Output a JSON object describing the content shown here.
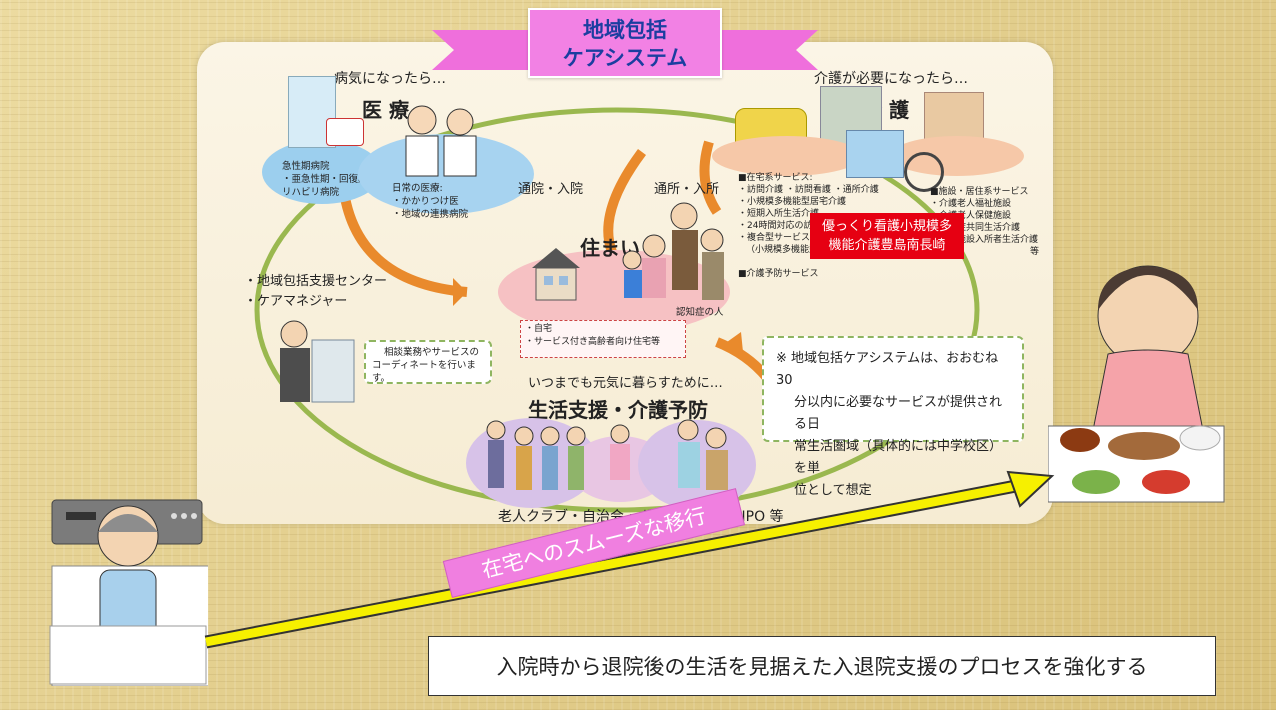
{
  "banner": {
    "line1": "地域包括",
    "line2": "ケアシステム"
  },
  "medical": {
    "trigger": "病気になったら…",
    "title": "医 療",
    "hospitals": [
      "急性期病院",
      "・亜急性期・回復期",
      "リハビリ病院"
    ],
    "daily": [
      "日常の医療:",
      "・かかりつけ医",
      "・地域の連携病院"
    ]
  },
  "flows": {
    "left": "通院・入院",
    "right": "通所・入所"
  },
  "care": {
    "trigger": "介護が必要になったら…",
    "title": "介 護",
    "home_services": [
      "■在宅系サービス:",
      "・訪問介護 ・訪問看護 ・通所介護",
      "・小規模多機能型居宅介護",
      "・短期入所生活介護",
      "・24時間対応の訪問サービス",
      "・複合型サービス",
      "（小規模多機能型居宅介護＋訪問看護）等",
      "■介護予防サービス"
    ],
    "facility_services": [
      "■施設・居住系サービス",
      "・介護老人福祉施設",
      "・介護老人保健施設",
      "・認知症共同生活介護",
      "・特定施設入所者生活介護",
      "等"
    ],
    "highlight": [
      "優っくり看護小規模多",
      "機能介護豊島南長崎"
    ]
  },
  "home": {
    "title": "住まい",
    "dementia_label": "認知症の人",
    "types": [
      "・自宅",
      "・サービス付き高齢者向け住宅等"
    ]
  },
  "support_center": {
    "lines": [
      "・地域包括支援センター",
      "・ケアマネジャー"
    ],
    "note": [
      "相談業務やサービスの",
      "コーディネートを行います。"
    ]
  },
  "prevention": {
    "subtitle": "いつまでも元気に暮らすために…",
    "title": "生活支援・介護予防",
    "groups": "老人クラブ・自治会・ボランティア・NPO 等"
  },
  "footnote": [
    "※ 地域包括ケアシステムは、おおむね30",
    "分以内に必要なサービスが提供される日",
    "常生活圏域（具体的には中学校区）を単",
    "位として想定"
  ],
  "transition_label": "在宅へのスムーズな移行",
  "bottom_text": "入院時から退院後の生活を見据えた入退院支援のプロセスを強化する",
  "colors": {
    "banner": "#f281e4",
    "arrow": "#f6f000",
    "highlight": "#e60012"
  }
}
